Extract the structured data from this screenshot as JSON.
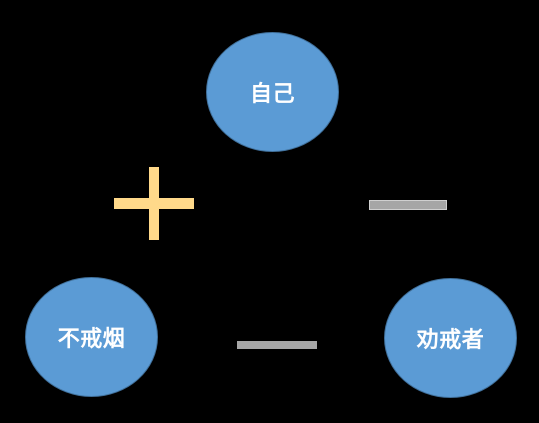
{
  "nodes": {
    "self": {
      "label": "自己"
    },
    "non_smoker": {
      "label": "不戒烟"
    },
    "persuader": {
      "label": "劝戒者"
    }
  },
  "relations": {
    "self_non_smoker": {
      "sign": "plus",
      "icon": "plus-sign-icon",
      "color": "#ffd98a"
    },
    "self_persuader": {
      "sign": "minus",
      "icon": "minus-sign-icon",
      "color": "#a6a6a6"
    },
    "non_smoker_persuader": {
      "sign": "minus",
      "icon": "minus-sign-icon",
      "color": "#a6a6a6"
    }
  },
  "colors": {
    "background": "#000000",
    "node_fill": "#5b9bd5",
    "node_border": "#41719c",
    "node_text": "#ffffff"
  }
}
